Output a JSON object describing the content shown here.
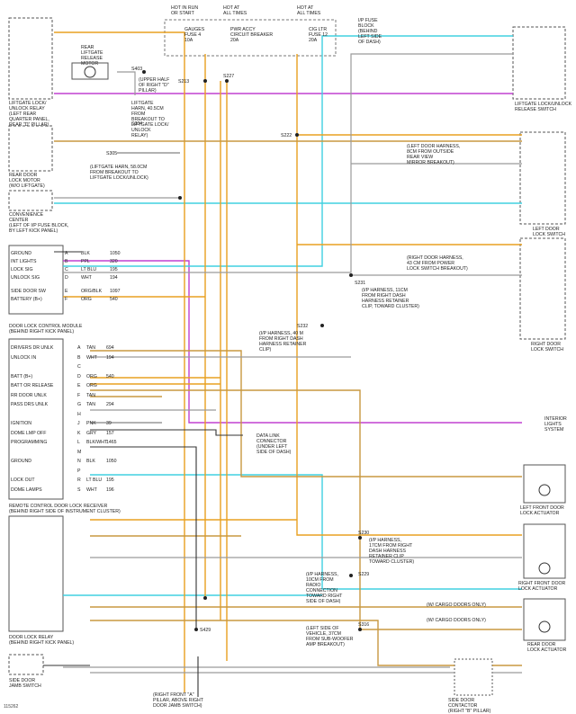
{
  "fuse_headers": {
    "run_start": "HOT IN RUN\nOR START",
    "at_all_times_1": "HOT AT\nALL TIMES",
    "at_all_times_2": "HOT AT\nALL TIMES",
    "fuse4": "GAUGES\nFUSE 4\n10A",
    "breaker": "PWR ACCY\nCIRCUIT BREAKER\n20A",
    "fuse12": "CIG LTR\nFUSE 12\n20A"
  },
  "components": {
    "liftgate_relay": "LIFTGATE LOCK/\nUNLOCK RELAY\n(LEFT REAR\nQUARTER PANEL,\nREAR \"D\" PILLAR)",
    "liftgate_motor": "REAR\nLIFTGATE\nRELEASE\nMOTOR",
    "rear_door_motor": "REAR DOOR\nLOCK MOTOR\n(W/O LIFTGATE)",
    "convenience_center": "CONVENIENCE\nCENTER\n(LEFT OF I/P FUSE BLOCK,\nBY LEFT KICK PANEL)",
    "door_lock_module": "DOOR LOCK CONTROL MODULE\n(BEHIND RIGHT KICK PANEL)",
    "receiver": "REMOTE CONTROL DOOR LOCK RECEIVER\n(BEHIND RIGHT SIDE OF INSTRUMENT CLUSTER)",
    "door_lock_relay": "DOOR LOCK RELAY\n(BEHIND RIGHT KICK PANEL)",
    "side_door_switch": "SIDE DOOR\nJAMB SWITCH",
    "release_switch": "LIFTGATE LOCK/UNLOCK\nRELEASE SWITCH",
    "left_door_switch": "LEFT DOOR\nLOCK SWITCH",
    "right_door_switch": "RIGHT DOOR\nLOCK SWITCH",
    "interior_lights": "INTERIOR\nLIGHTS\nSYSTEM",
    "lf_actuator": "LEFT FRONT DOOR\nLOCK ACTUATOR",
    "rf_actuator": "RIGHT FRONT DOOR\nLOCK ACTUATOR",
    "rear_actuator": "REAR DOOR\nLOCK ACTUATOR",
    "side_contactor": "SIDE DOOR\nCONTACTOR\n(RIGHT \"B\" PILLAR)",
    "dlc": "DATA LINK\nCONNECTOR\n(UNDER LEFT\nSIDE OF DASH)",
    "ip_fuse_block": "I/P FUSE\nBLOCK\n(BEHIND\nLEFT SIDE\nOF DASH)"
  },
  "notes": {
    "upper_half": "(UPPER HALF\nOF RIGHT \"D\"\nPILLAR)",
    "liftgate_harn": "LIFTGATE\nHARN, 40.5CM\nFROM\nBREAKOUT TO\nLIFTGATE LOCK/\nUNLOCK\nRELAY)",
    "liftgate_harn2": "(LIFTGATE HARN, 58.0CM\nFROM BREAKOUT TO\nLIFTGATE LOCK/UNLOCK)",
    "left_door_harn": "(LEFT DOOR HARNESS,\n8CM FROM OUTSIDE\nREAR VIEW\nMIRROR BREAKOUT)",
    "right_door_harn": "(RIGHT DOOR HARNESS,\n43 CM FROM POWER\nLOCK SWITCH BREAKOUT)",
    "s231": "(I/P HARNESS, 11CM\nFROM RIGHT DASH\nHARNESS RETAINER\nCLIP, TOWARD CLUSTER)",
    "s232": "(I/P HARNESS, 40 M\nFROM RIGHT DASH\nHARNESS RETAINER\nCLIP)",
    "s230": "(I/P HARNESS,\n17CM FROM RIGHT\nDASH HARNESS\nRETAINER CLIP\nTOWARD CLUSTER)",
    "s229": "(I/P HARNESS,\n10CM FROM\nRADIO\nCONNECTION\nTOWARD RIGHT\nSIDE OF DASH)",
    "s316": "(LEFT SIDE OF\nVEHICLE, 37CM\nFROM SUB-WOOFER\nAMP BREAKOUT)",
    "s229b": "(RIGHT FRONT \"A\"\nPILLAR, ABOVE RIGHT\nDOOR JAMB SWITCH)",
    "cargo1": "(W/ CARGO DOORS ONLY)",
    "cargo2": "(W/ CARGO DOORS ONLY)"
  },
  "module_pins": [
    {
      "pin": "A",
      "name": "GROUND",
      "color": "BLK",
      "circuit": "1050"
    },
    {
      "pin": "B",
      "name": "INT LIGHTS",
      "color": "PPL",
      "circuit": "320"
    },
    {
      "pin": "C",
      "name": "LOCK SIG",
      "color": "LT BLU",
      "circuit": "195"
    },
    {
      "pin": "D",
      "name": "UNLOCK SIG",
      "color": "WHT",
      "circuit": "194"
    },
    {
      "pin": "E",
      "name": "SIDE DOOR SW",
      "color": "ORG/BLK",
      "circuit": "1097"
    },
    {
      "pin": "F",
      "name": "BATTERY (B+)",
      "color": "ORG",
      "circuit": "540"
    }
  ],
  "receiver_pins": [
    {
      "pin": "A",
      "name": "DRIVERS DR UNLK",
      "color": "TAN",
      "circuit": "694"
    },
    {
      "pin": "B",
      "name": "UNLOCK IN",
      "color": "WHT",
      "circuit": "194"
    },
    {
      "pin": "C",
      "name": "",
      "color": "",
      "circuit": ""
    },
    {
      "pin": "D",
      "name": "BATT (B+)",
      "color": "ORG",
      "circuit": "540"
    },
    {
      "pin": "E",
      "name": "BATT OR RELEASE",
      "color": "ORG",
      "circuit": ""
    },
    {
      "pin": "F",
      "name": "RR DOOR UNLK",
      "color": "TAN",
      "circuit": ""
    },
    {
      "pin": "G",
      "name": "PASS DRS UNLK",
      "color": "TAN",
      "circuit": "294"
    },
    {
      "pin": "H",
      "name": "",
      "color": "",
      "circuit": ""
    },
    {
      "pin": "J",
      "name": "IGNITION",
      "color": "PNK",
      "circuit": "39"
    },
    {
      "pin": "K",
      "name": "DOME LMP OFF",
      "color": "GRY",
      "circuit": "157"
    },
    {
      "pin": "L",
      "name": "PROGRAMMING",
      "color": "BLK/WHT",
      "circuit": "1465"
    },
    {
      "pin": "M",
      "name": "",
      "color": "",
      "circuit": ""
    },
    {
      "pin": "N",
      "name": "GROUND",
      "color": "BLK",
      "circuit": "1050"
    },
    {
      "pin": "P",
      "name": "",
      "color": "",
      "circuit": ""
    },
    {
      "pin": "R",
      "name": "LOCK OUT",
      "color": "LT BLU",
      "circuit": "195"
    },
    {
      "pin": "S",
      "name": "DOME LAMPS",
      "color": "WHT",
      "circuit": "196"
    }
  ],
  "splices": [
    "S403",
    "S213",
    "S304",
    "S305",
    "S227",
    "S222",
    "S230",
    "S231",
    "S232",
    "S229",
    "S316",
    "S429"
  ],
  "figure_number": "115262",
  "colors": {
    "orange": "#e8a020",
    "tan": "#c89840",
    "purple": "#c040d0",
    "cyan": "#40d0e0",
    "white_wire": "#9a9a9a",
    "black_wire": "#333333",
    "gray": "#888888"
  }
}
